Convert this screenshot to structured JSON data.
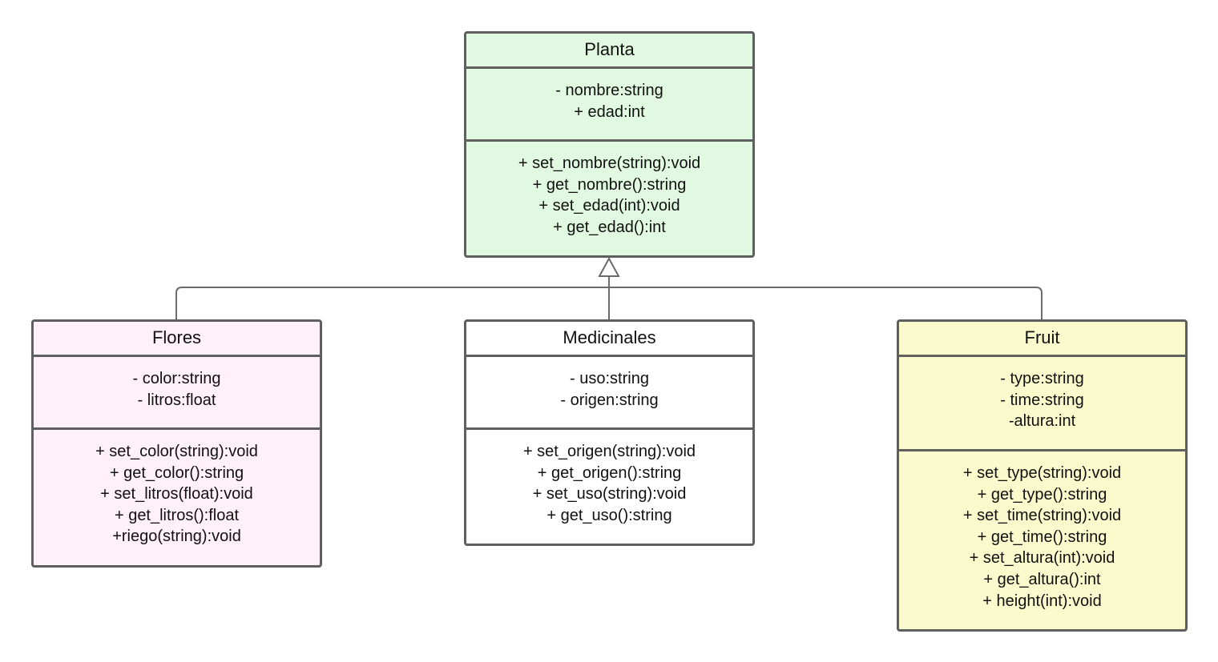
{
  "colors": {
    "planta": "#e1f9e1",
    "flores": "#fff0fa",
    "medicinales": "#ffffff",
    "fruit": "#fafacc",
    "border": "#5f5f5f",
    "connector": "#6b6b6b"
  },
  "classes": {
    "planta": {
      "name": "Planta",
      "attributes": [
        "- nombre:string",
        "+ edad:int"
      ],
      "methods": [
        "+ set_nombre(string):void",
        "+ get_nombre():string",
        "+ set_edad(int):void",
        "+ get_edad():int"
      ]
    },
    "flores": {
      "name": "Flores",
      "attributes": [
        "- color:string",
        "- litros:float"
      ],
      "methods": [
        "+ set_color(string):void",
        "+ get_color():string",
        "+ set_litros(float):void",
        "+ get_litros():float",
        "+riego(string):void"
      ]
    },
    "medicinales": {
      "name": "Medicinales",
      "attributes": [
        "- uso:string",
        "- origen:string"
      ],
      "methods": [
        "+ set_origen(string):void",
        "+ get_origen():string",
        "+ set_uso(string):void",
        "+ get_uso():string"
      ]
    },
    "fruit": {
      "name": "Fruit",
      "attributes": [
        "- type:string",
        "- time:string",
        "-altura:int"
      ],
      "methods": [
        "+ set_type(string):void",
        "+ get_type():string",
        "+ set_time(string):void",
        "+ get_time():string",
        "+ set_altura(int):void",
        "+ get_altura():int",
        "+ height(int):void"
      ]
    }
  }
}
